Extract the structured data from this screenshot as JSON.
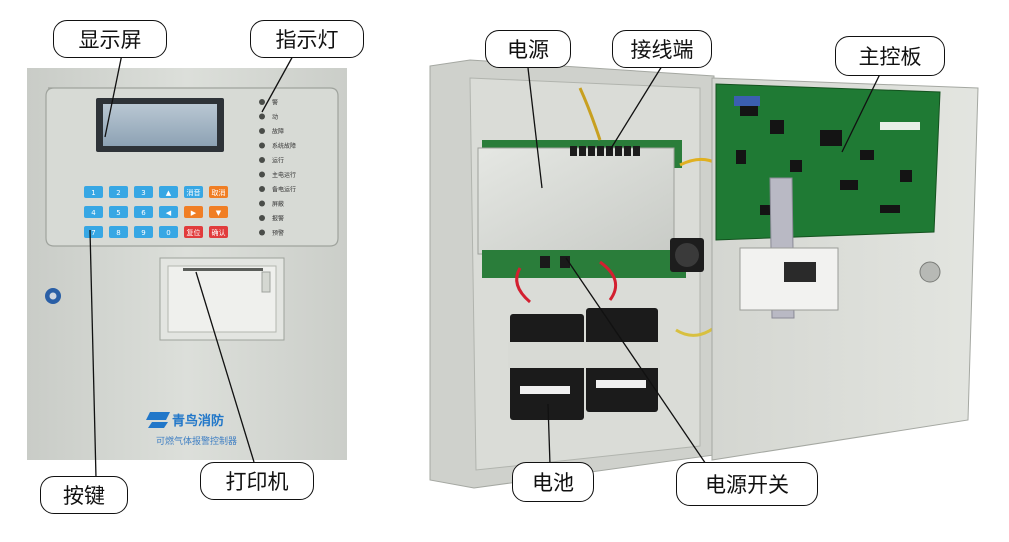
{
  "labels": {
    "display": "显示屏",
    "indicator": "指示灯",
    "keys": "按键",
    "printer": "打印机",
    "power": "电源",
    "terminal": "接线端",
    "mainboard": "主控板",
    "battery": "电池",
    "power_switch": "电源开关"
  },
  "panel": {
    "brand": "青鸟消防",
    "product": "可燃气体报警控制器",
    "indicator_texts": [
      "警",
      "动",
      "故障",
      "系统故障",
      "运行",
      "主电运行",
      "备电运行",
      "屏蔽",
      "报警",
      "预警"
    ],
    "key_labels": [
      "1",
      "2",
      "3",
      "▲",
      "消音",
      "取消",
      "4",
      "5",
      "6",
      "◀",
      "▶",
      "▼",
      "7",
      "8",
      "9",
      "0",
      "复位",
      "确认"
    ]
  },
  "colors": {
    "panel": "#d3d6d1",
    "cabinet": "#d8dad5",
    "pcb": "#1f7a34",
    "key_blue": "#37a7e4",
    "key_orange": "#f07e24",
    "key_red": "#e13c3c"
  }
}
